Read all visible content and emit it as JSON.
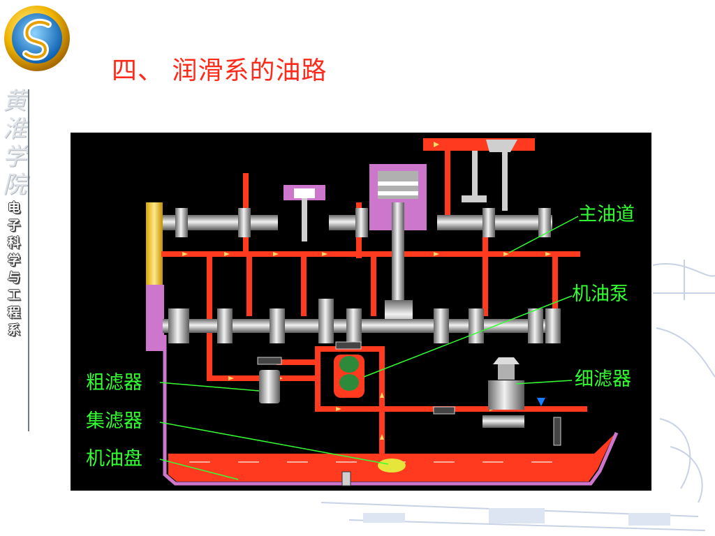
{
  "title": "四、 润滑系的油路",
  "branding": {
    "school_chars": [
      "黄",
      "淮",
      "学",
      "院"
    ],
    "department_chars": [
      "电",
      "子",
      "科",
      "学",
      "与",
      "工",
      "程",
      "系"
    ]
  },
  "diagram": {
    "labels": {
      "main_gallery": "主油道",
      "oil_pump": "机油泵",
      "fine_filter": "细滤器",
      "coarse_filter": "粗滤器",
      "strainer": "集滤器",
      "oil_pan": "机油盘"
    }
  },
  "colors": {
    "title": "#ff2a1a",
    "label": "#33ff33",
    "oil": "#ff3a1f",
    "oil_light": "#ff7a3a",
    "housing": "#cc77cc",
    "metal": "#b8b8b8",
    "panel": "#000000"
  }
}
